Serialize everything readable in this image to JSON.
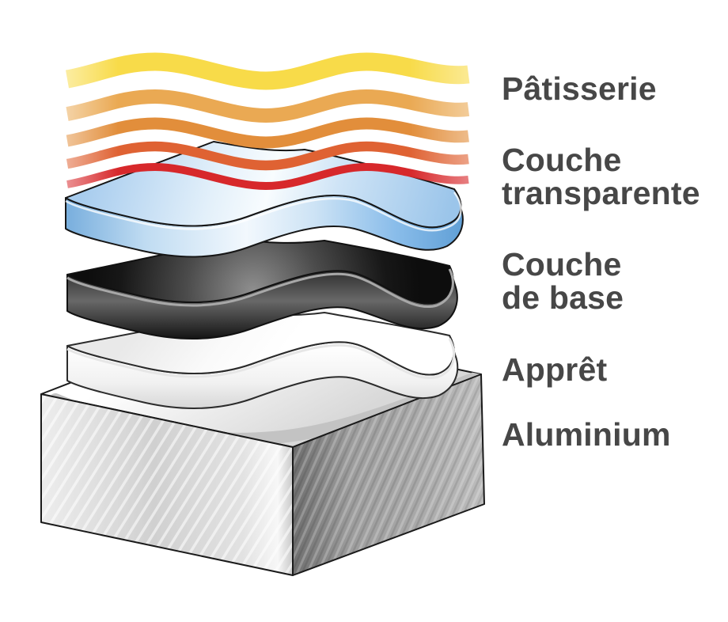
{
  "diagram": {
    "layers": [
      {
        "id": "heat-waves",
        "label_lines": [
          "Pâtisserie",
          ""
        ]
      },
      {
        "id": "clear-coat",
        "label_lines": [
          "Couche",
          "transparente"
        ]
      },
      {
        "id": "base-coat",
        "label_lines": [
          "Couche",
          "de base"
        ]
      },
      {
        "id": "primer",
        "label_lines": [
          "Apprêt",
          ""
        ]
      },
      {
        "id": "substrate",
        "label_lines": [
          "Aluminium",
          ""
        ]
      }
    ]
  },
  "colors": {
    "label_text": "#474747",
    "wave_yellow": "#f8db49",
    "wave_light_orange": "#eaa953",
    "wave_orange": "#e28e3b",
    "wave_dark_orange": "#df6233",
    "wave_red": "#d7282b",
    "clear_coat_blue": "#aed0ef",
    "base_coat_black": "#2b2b2b",
    "primer_white": "#f2f2f2",
    "aluminium_gray": "#c6c6c6",
    "background": "#ffffff"
  }
}
